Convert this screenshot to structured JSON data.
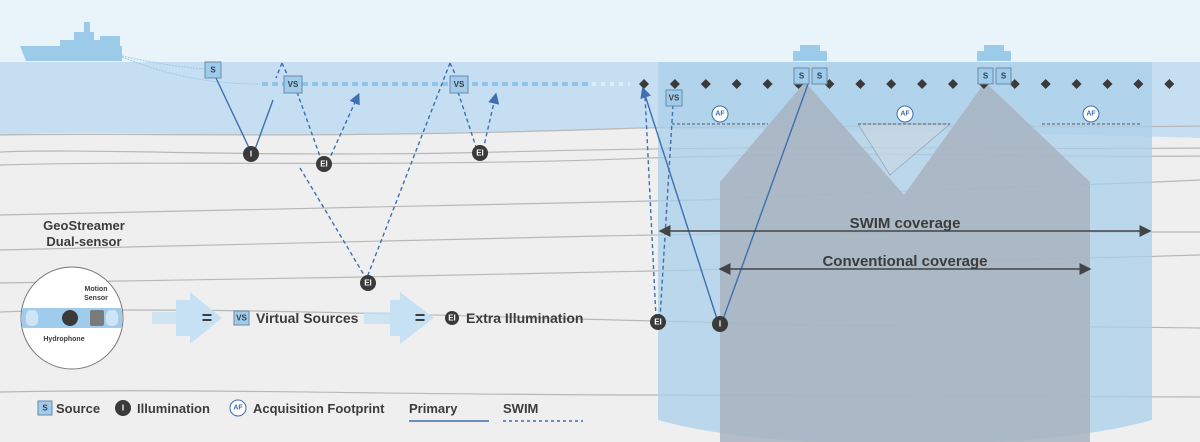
{
  "diagram": {
    "title_block": {
      "line1": "GeoStreamer",
      "line2": "Dual-sensor"
    },
    "sensor": {
      "motion_label_1": "Motion",
      "motion_label_2": "Sensor",
      "hydrophone_label": "Hydrophone"
    },
    "equation": {
      "equals_1": "=",
      "vs_badge": "VS",
      "virtual_sources": "Virtual Sources",
      "equals_2": "=",
      "ei_badge": "EI",
      "extra_illumination": "Extra Illumination"
    },
    "markers": {
      "source": "S",
      "virtual_source": "VS",
      "illumination": "I",
      "extra_illumination": "EI",
      "acquisition_footprint": "AF"
    },
    "coverage": {
      "swim": "SWIM coverage",
      "conventional": "Conventional coverage"
    },
    "legend": {
      "source_badge": "S",
      "source": "Source",
      "illumination_badge": "I",
      "illumination": "Illumination",
      "af_badge": "AF",
      "acquisition_footprint": "Acquisition Footprint",
      "primary": "Primary",
      "swim": "SWIM"
    },
    "colors": {
      "sky": "#e9f3fa",
      "water": "#c6def1",
      "water_swim": "#a9cfea",
      "seabed": "#efefef",
      "cone_gray": "#a8b3bf",
      "badge_dark": "#3a3a3a",
      "primary_line": "#3e6fb0",
      "source_box": "#9fcbec"
    }
  }
}
